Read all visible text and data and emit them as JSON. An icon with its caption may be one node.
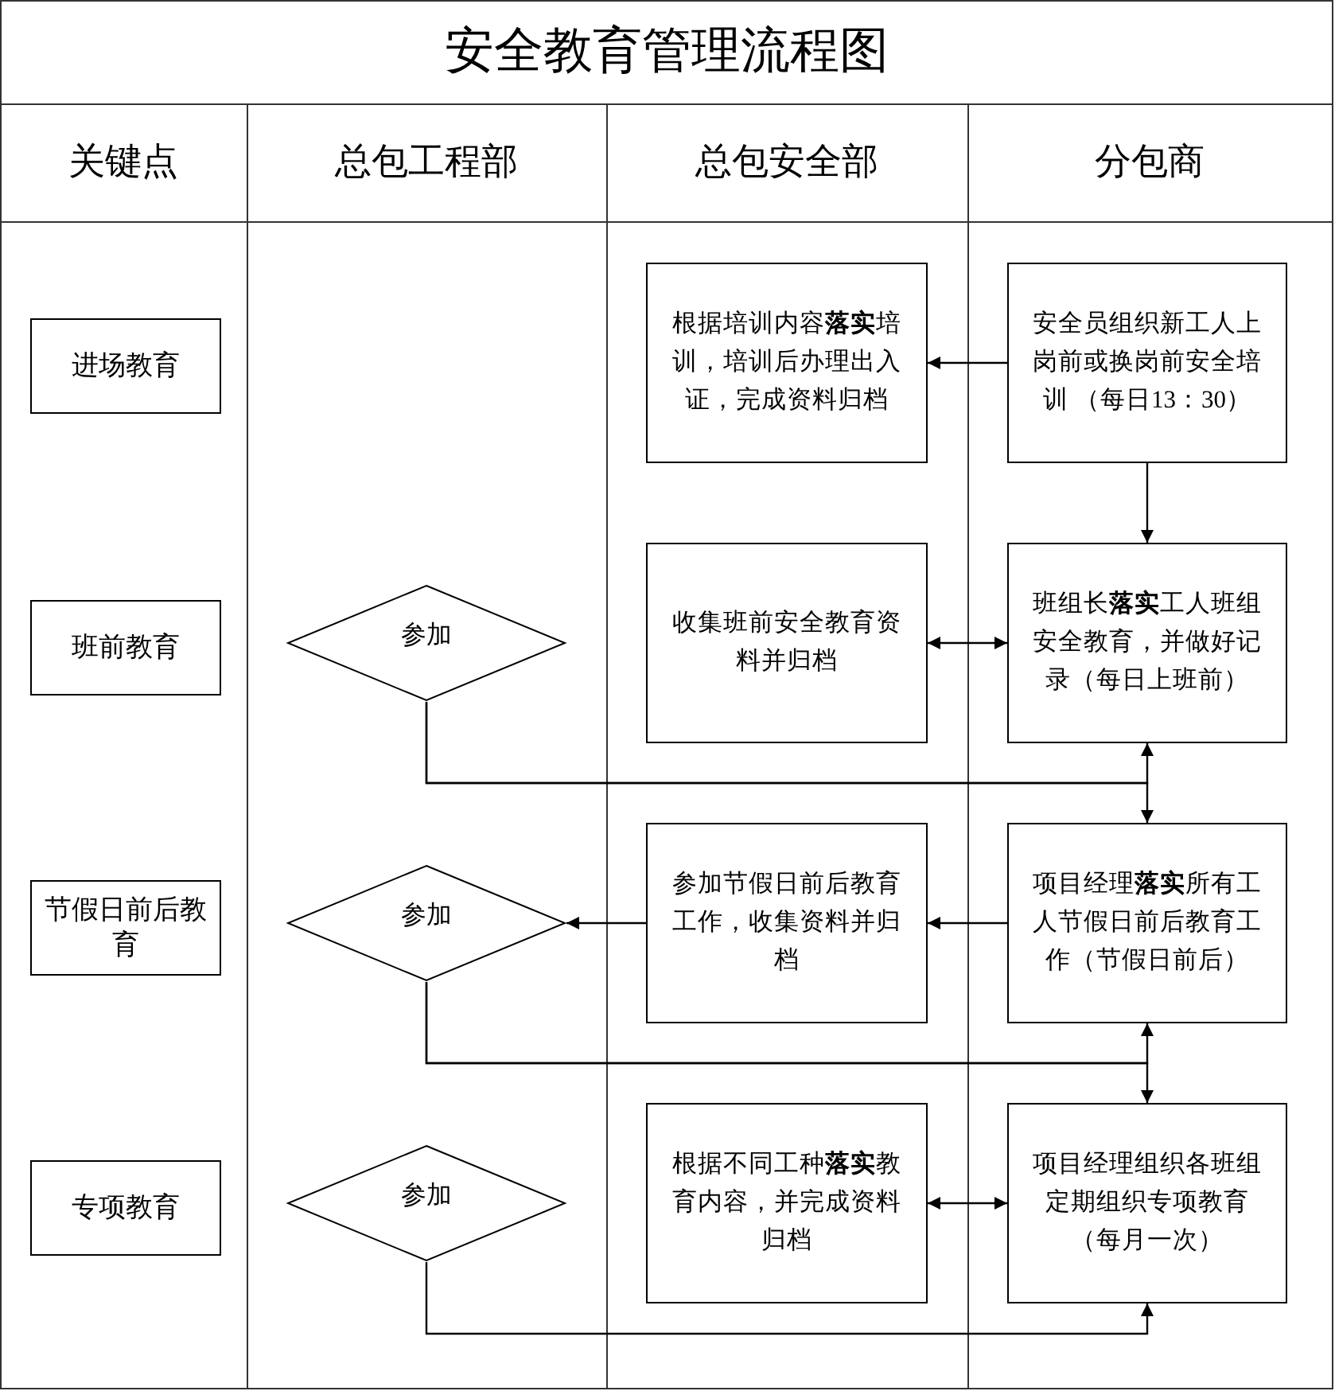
{
  "diagram": {
    "title": "安全教育管理流程图",
    "nodes": [
      {
        "text": [
          "进场教育"
        ]
      },
      {
        "text": [
          "根据培训内容**落实**培训，培训后办理出入证，完成资料归档"
        ]
      },
      {
        "text": [
          "安全员组织新工人上岗前或换岗前安全培训 （每日13：30）"
        ]
      },
      {
        "text": [
          "班前教育"
        ]
      },
      {
        "text": [
          "参加"
        ]
      },
      {
        "text": [
          "收集班前安全教育资料并归档"
        ]
      },
      {
        "text": [
          "班组长**落实**工人班组安全教育，并做好记录（每日上班前）"
        ]
      },
      {
        "text": [
          "节假日前后教育"
        ]
      },
      {
        "text": [
          "参加"
        ]
      },
      {
        "text": [
          "参加节假日前后教育工作，收集资料并归档"
        ]
      },
      {
        "text": [
          "项目经理**落实**所有工人节假日前后教育工作（节假日前后）"
        ]
      },
      {
        "text": [
          "专项教育"
        ]
      },
      {
        "text": [
          "参加"
        ]
      },
      {
        "text": [
          "根据不同工种**落实**教育内容，并完成资料归档"
        ]
      },
      {
        "text": [
          "项目经理组织各班组定期组织专项教育（每月一次）"
        ]
      }
    ],
    "edges": [
      {
        "from": 2,
        "to": 1,
        "arrow": "to"
      },
      {
        "from": 2,
        "to": 6,
        "arrow": "to"
      },
      {
        "from": 5,
        "to": 6,
        "arrow": "both"
      },
      {
        "from": 4,
        "to": 6,
        "arrow": "to"
      },
      {
        "from": 4,
        "to": 10,
        "arrow": "to"
      },
      {
        "from": 10,
        "to": 9,
        "arrow": "to"
      },
      {
        "from": 9,
        "to": 8,
        "arrow": "to"
      },
      {
        "from": 8,
        "to": 10,
        "arrow": "to"
      },
      {
        "from": 8,
        "to": 14,
        "arrow": "to"
      },
      {
        "from": 13,
        "to": 14,
        "arrow": "both"
      },
      {
        "from": 12,
        "to": 14,
        "arrow": "to"
      }
    ],
    "labels": [
      "关键点",
      "总包工程部",
      "总包安全部",
      "分包商"
    ]
  }
}
